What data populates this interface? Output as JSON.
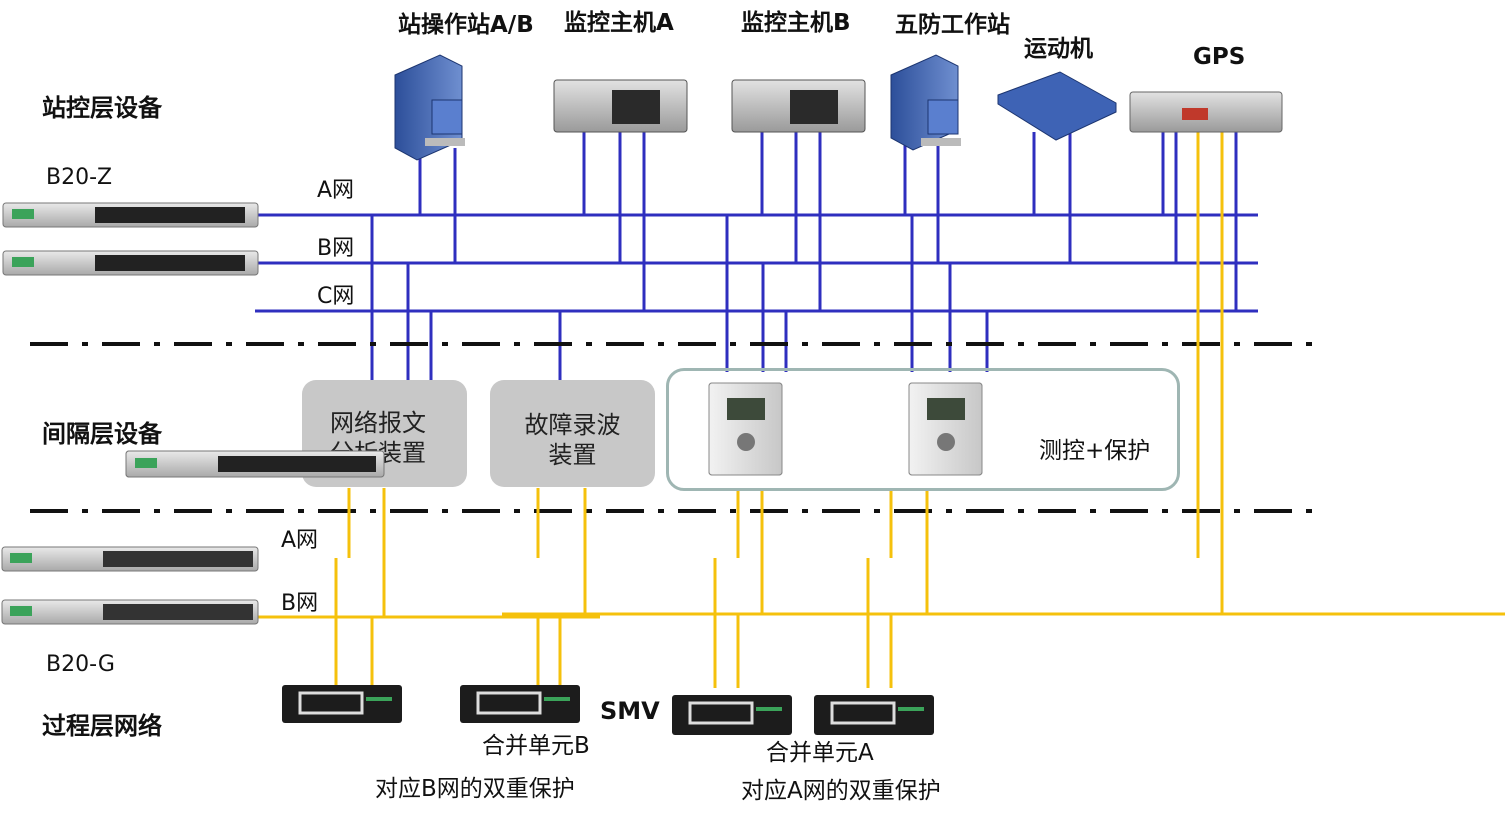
{
  "layers": {
    "station": "站控层设备",
    "bay": "间隔层设备",
    "process": "过程层网络"
  },
  "switches": {
    "station_label": "B20-Z",
    "process_label": "B20-G"
  },
  "networks": {
    "station": [
      "A网",
      "B网",
      "C网"
    ],
    "process": [
      "A网",
      "B网"
    ]
  },
  "devices": {
    "operator_station": "站操作站A/B",
    "monitor_host_a": "监控主机A",
    "monitor_host_b": "监控主机B",
    "five_prevention": "五防工作站",
    "telecontrol": "运动机",
    "gps": "GPS"
  },
  "bay_devices": {
    "network_analyzer": "网络报文\n分析装置",
    "fault_recorder": "故障录波\n装置",
    "measure_protect": "测控+保护"
  },
  "process_devices": {
    "smv": "SMV",
    "merging_unit_b": "合并单元B",
    "merging_unit_a": "合并单元A",
    "dual_protect_b": "对应B网的双重保护",
    "dual_protect_a": "对应A网的双重保护"
  },
  "colors": {
    "station_bus": "#2f2fbf",
    "process_bus": "#f5c10c",
    "separator": "#111111",
    "box_grey": "#c8c8c8",
    "group_border": "#9fb6b3"
  }
}
